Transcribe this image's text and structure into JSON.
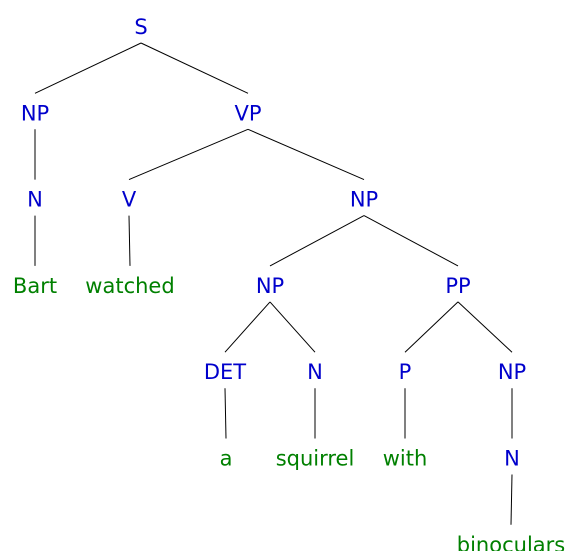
{
  "tree": {
    "label": "S",
    "kind": "nt",
    "children": [
      {
        "label": "NP",
        "kind": "nt",
        "children": [
          {
            "label": "N",
            "kind": "nt",
            "children": [
              {
                "label": "Bart",
                "kind": "leaf"
              }
            ]
          }
        ]
      },
      {
        "label": "VP",
        "kind": "nt",
        "children": [
          {
            "label": "V",
            "kind": "nt",
            "children": [
              {
                "label": "watched",
                "kind": "leaf"
              }
            ]
          },
          {
            "label": "NP",
            "kind": "nt",
            "children": [
              {
                "label": "NP",
                "kind": "nt",
                "children": [
                  {
                    "label": "DET",
                    "kind": "nt",
                    "children": [
                      {
                        "label": "a",
                        "kind": "leaf"
                      }
                    ]
                  },
                  {
                    "label": "N",
                    "kind": "nt",
                    "children": [
                      {
                        "label": "squirrel",
                        "kind": "leaf"
                      }
                    ]
                  }
                ]
              },
              {
                "label": "PP",
                "kind": "nt",
                "children": [
                  {
                    "label": "P",
                    "kind": "nt",
                    "children": [
                      {
                        "label": "with",
                        "kind": "leaf"
                      }
                    ]
                  },
                  {
                    "label": "NP",
                    "kind": "nt",
                    "children": [
                      {
                        "label": "N",
                        "kind": "nt",
                        "children": [
                          {
                            "label": "binoculars",
                            "kind": "leaf"
                          }
                        ]
                      }
                    ]
                  }
                ]
              }
            ]
          }
        ]
      }
    ]
  },
  "colors": {
    "nonterminal": "#0000cc",
    "leaf": "#008000",
    "edge": "#000000"
  }
}
